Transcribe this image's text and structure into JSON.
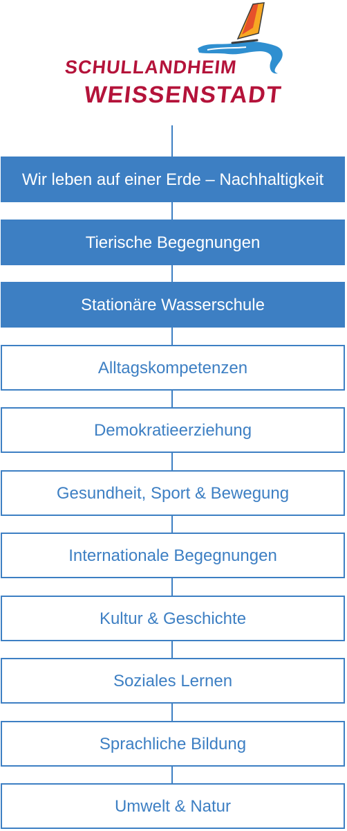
{
  "logo": {
    "line1": "SCHULLANDHEIM",
    "line2": "WEISSENSTADT",
    "icon": "windsurfer-on-lake-icon",
    "text_color": "#b4133a",
    "water_color": "#2f8fd0"
  },
  "accent_color": "#3d7fc3",
  "items": [
    {
      "label": "Wir leben auf einer Erde – Nachhaltigkeit",
      "style": "filled"
    },
    {
      "label": "Tierische Begegnungen",
      "style": "filled"
    },
    {
      "label": "Stationäre Wasserschule",
      "style": "filled"
    },
    {
      "label": "Alltagskompetenzen",
      "style": "outline"
    },
    {
      "label": "Demokratieerziehung",
      "style": "outline"
    },
    {
      "label": "Gesundheit, Sport & Bewegung",
      "style": "outline"
    },
    {
      "label": "Internationale Begegnungen",
      "style": "outline"
    },
    {
      "label": "Kultur & Geschichte",
      "style": "outline"
    },
    {
      "label": "Soziales Lernen",
      "style": "outline"
    },
    {
      "label": "Sprachliche Bildung",
      "style": "outline"
    },
    {
      "label": "Umwelt & Natur",
      "style": "outline"
    }
  ]
}
